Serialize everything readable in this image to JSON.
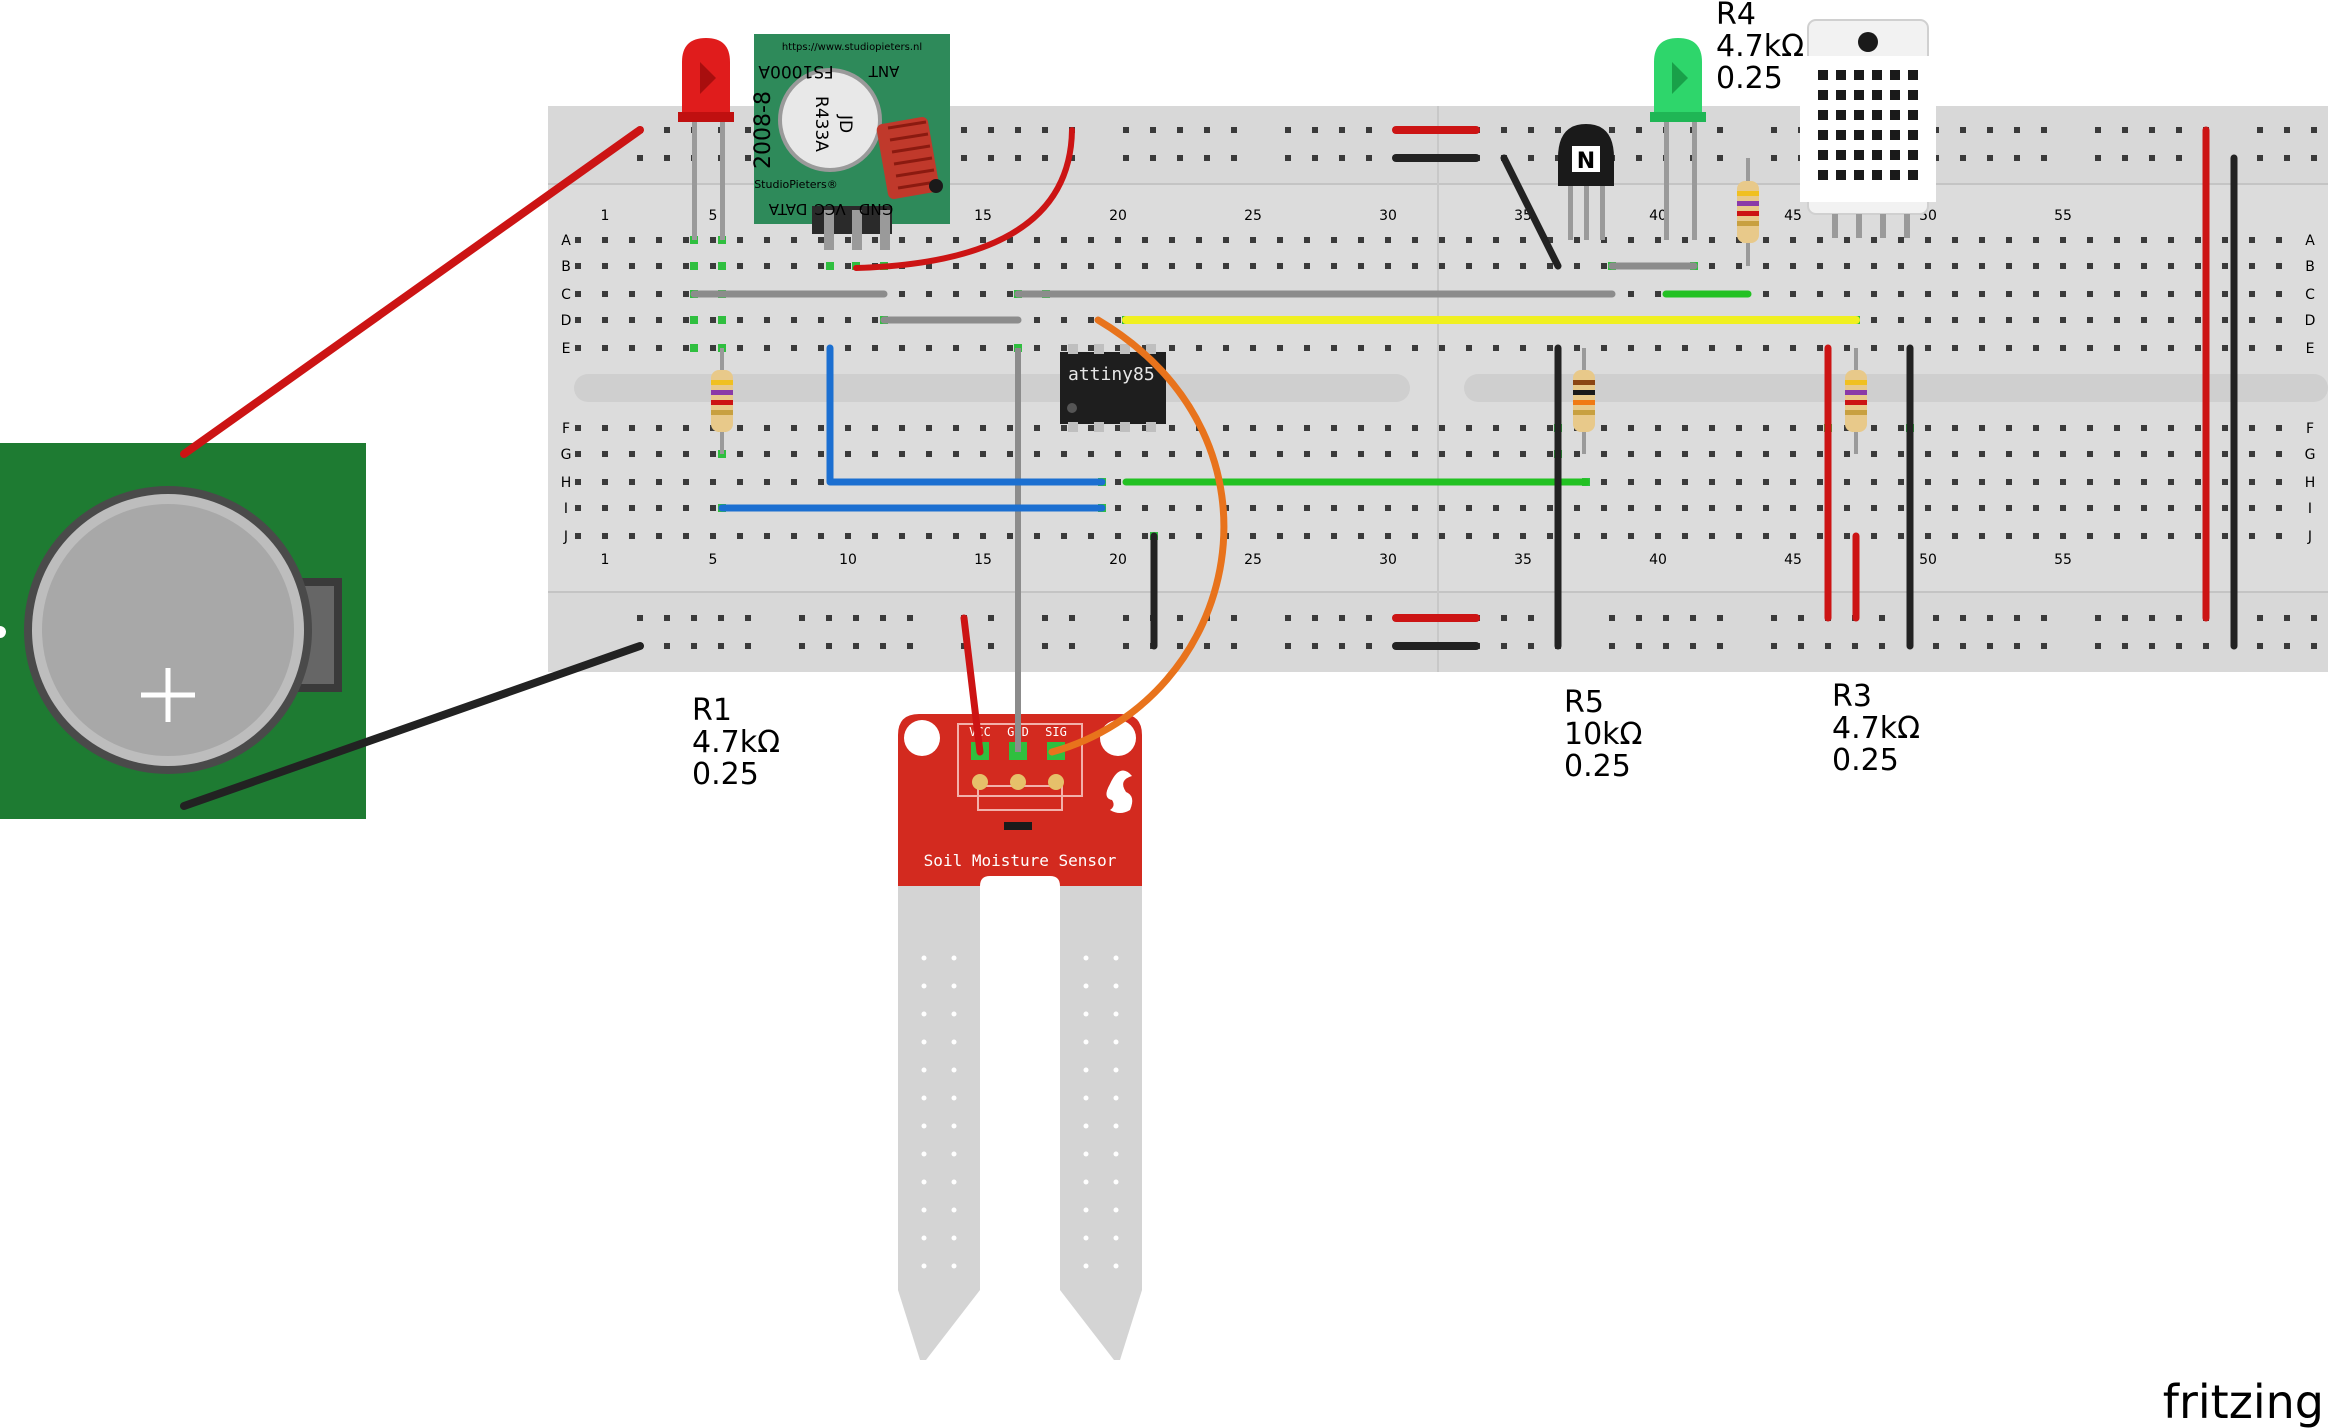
{
  "labels": {
    "r1": {
      "name": "R1",
      "resistance": "4.7kΩ",
      "power": "0.25"
    },
    "r4": {
      "name": "R4",
      "resistance": "4.7kΩ",
      "power": "0.25"
    },
    "r5": {
      "name": "R5",
      "resistance": "10kΩ",
      "power": "0.25"
    },
    "r3": {
      "name": "R3",
      "resistance": "4.7kΩ",
      "power": "0.25"
    }
  },
  "breadboard": {
    "row_letters": [
      "A",
      "B",
      "C",
      "D",
      "E",
      "F",
      "G",
      "H",
      "I",
      "J"
    ],
    "column_numbers": [
      "1",
      "5",
      "10",
      "15",
      "20",
      "25",
      "30",
      "35",
      "40",
      "45",
      "50",
      "55"
    ]
  },
  "rf_module": {
    "url": "https://www.studiopieters.nl",
    "model": "FS1000A",
    "ant": "ANT",
    "chip": "R433A",
    "jd": "JD",
    "date": "2008-8",
    "brand": "StudioPieters®",
    "pins": [
      "DATA",
      "VCC",
      "GND"
    ]
  },
  "ic": {
    "label": "attiny85"
  },
  "transistor": {
    "mark": "N"
  },
  "sensor": {
    "title": "Soil Moisture Sensor",
    "pins": [
      "VCC",
      "GND",
      "SIG"
    ]
  },
  "battery": {
    "symbol": "+"
  },
  "watermark": "fritzing",
  "colors": {
    "wire_red": "#cc1414",
    "wire_black": "#222222",
    "wire_gray": "#8c8c8c",
    "wire_blue": "#1b6fd1",
    "wire_green": "#22c122",
    "wire_yellow": "#f0f020",
    "wire_orange": "#e8731c",
    "board": "#dcdcdc",
    "pcb_green": "#1e7b32",
    "sensor_red": "#d32a1f"
  }
}
